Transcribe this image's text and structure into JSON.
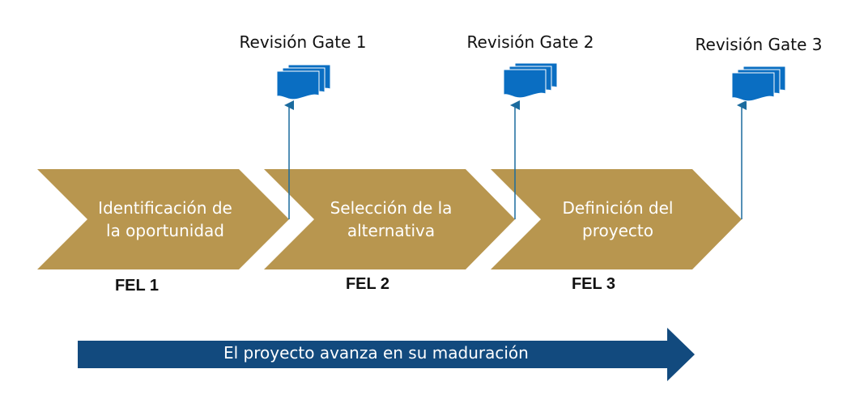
{
  "colors": {
    "chevron_fill": "#b8964f",
    "document_fill": "#0a6ec2",
    "connector_line": "#1b6b9e",
    "progress_arrow": "#124a7e",
    "stage_text": "#ffffff"
  },
  "gates": [
    {
      "label": "Revisión Gate 1",
      "icon": "document-stack-icon"
    },
    {
      "label": "Revisión Gate 2",
      "icon": "document-stack-icon"
    },
    {
      "label": "Revisión Gate 3",
      "icon": "document-stack-icon"
    }
  ],
  "stages": [
    {
      "line1": "Identificación de",
      "line2": "la oportunidad",
      "fel": "FEL 1"
    },
    {
      "line1": "Selección de la",
      "line2": "alternativa",
      "fel": "FEL 2"
    },
    {
      "line1": "Definición del",
      "line2": "proyecto",
      "fel": "FEL 3"
    }
  ],
  "progress": {
    "label": "El proyecto avanza en su maduración"
  }
}
